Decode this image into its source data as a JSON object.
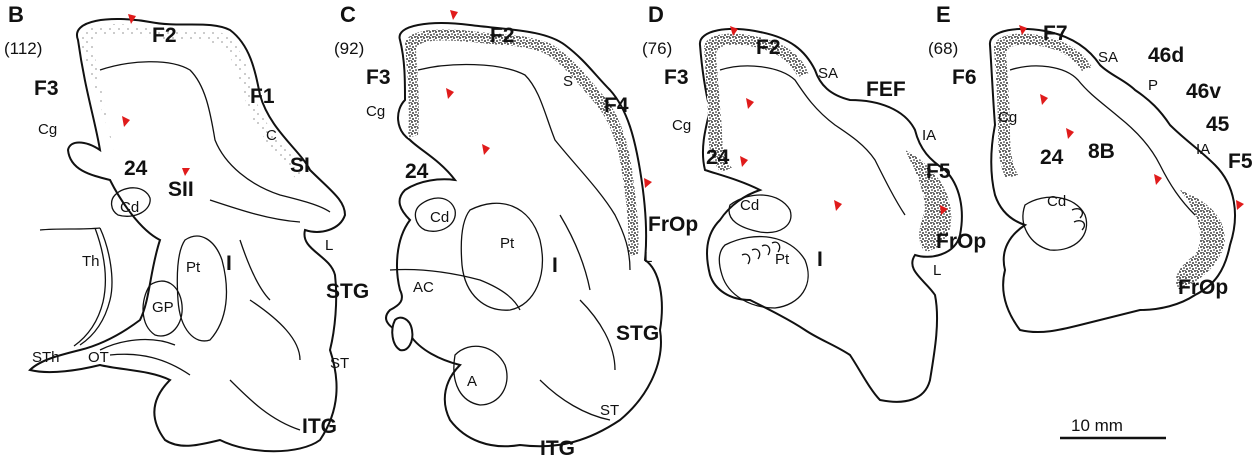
{
  "panels": [
    {
      "letter": "B",
      "section": "(112)",
      "bold_labels": [
        "F2",
        "F3",
        "F1",
        "24",
        "SI",
        "SII",
        "I",
        "STG",
        "ITG"
      ],
      "plain_labels": [
        "Cg",
        "C",
        "Cd",
        "Th",
        "Pt",
        "GP",
        "L",
        "STh",
        "OT",
        "ST"
      ]
    },
    {
      "letter": "C",
      "section": "(92)",
      "bold_labels": [
        "F2",
        "F3",
        "F4",
        "24",
        "FrOp",
        "I",
        "STG",
        "ITG"
      ],
      "plain_labels": [
        "S",
        "Cg",
        "Cd",
        "Pt",
        "AC",
        "L",
        "A",
        "ST"
      ]
    },
    {
      "letter": "D",
      "section": "(76)",
      "bold_labels": [
        "F2",
        "F3",
        "FEF",
        "24",
        "F5",
        "FrOp",
        "I"
      ],
      "plain_labels": [
        "SA",
        "Cg",
        "IA",
        "Cd",
        "Pt",
        "L"
      ]
    },
    {
      "letter": "E",
      "section": "(68)",
      "bold_labels": [
        "F7",
        "46d",
        "F6",
        "46v",
        "45",
        "24",
        "8B",
        "F5",
        "FrOp"
      ],
      "plain_labels": [
        "SA",
        "P",
        "Cg",
        "IA",
        "Cd"
      ]
    }
  ],
  "scale_bar": {
    "label": "10 mm"
  },
  "colors": {
    "arrowhead": "#e01b1b",
    "ink": "#111111",
    "background": "#ffffff"
  }
}
